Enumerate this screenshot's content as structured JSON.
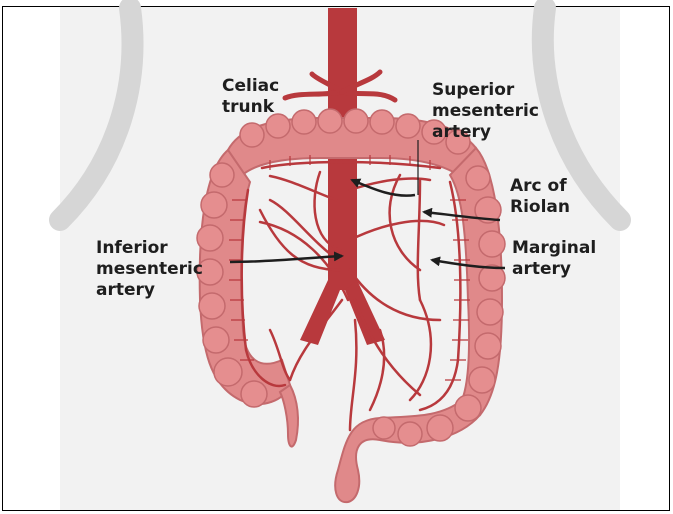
{
  "labels": {
    "celiac": "Celiac\ntrunk",
    "superior": "Superior\nmesenteric\nartery",
    "riolan": "Arc of\nRiolan",
    "marginal": "Marginal\nartery",
    "inferior": "Inferior\nmesenteric\nartery"
  },
  "colors": {
    "background": "#f2f2f2",
    "colon_fill": "#e0898a",
    "colon_outline": "#c46a6d",
    "artery": "#b8393d",
    "artery_dark": "#9a2a2f",
    "body_outline": "#d8d8d8",
    "arrow": "#1e1e1e"
  }
}
